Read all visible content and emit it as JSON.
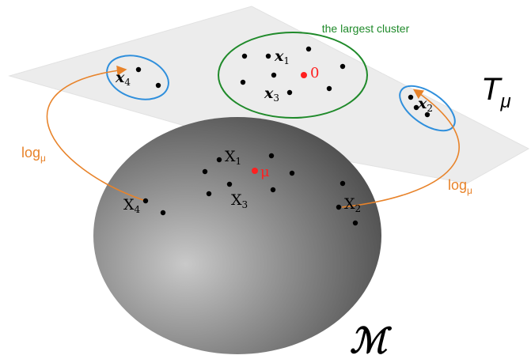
{
  "labels": {
    "cluster_caption": "the largest cluster",
    "tangent_space": "T",
    "tangent_space_subscript": "μ",
    "manifold": "ℳ",
    "log_left": "log",
    "log_left_subscript": "μ",
    "log_right": "log",
    "log_right_subscript": "μ",
    "origin": "0",
    "mean": "μ"
  },
  "points_tangent": [
    {
      "name": "x",
      "index": "1"
    },
    {
      "name": "x",
      "index": "2"
    },
    {
      "name": "x",
      "index": "3"
    },
    {
      "name": "x",
      "index": "4"
    }
  ],
  "points_manifold": [
    {
      "name": "X",
      "index": "1"
    },
    {
      "name": "X",
      "index": "2"
    },
    {
      "name": "X",
      "index": "3"
    },
    {
      "name": "X",
      "index": "4"
    }
  ],
  "colors": {
    "plane_fill": "#ececec",
    "cluster_ring": "#1f8a2a",
    "cluster_caption": "#1f8a2a",
    "small_ring": "#2f8fdc",
    "arrow": "#e8832a",
    "origin_point": "#ff2020",
    "point": "#000000",
    "sphere_light": "#c8c8c8",
    "sphere_dark": "#4a4a4a"
  }
}
